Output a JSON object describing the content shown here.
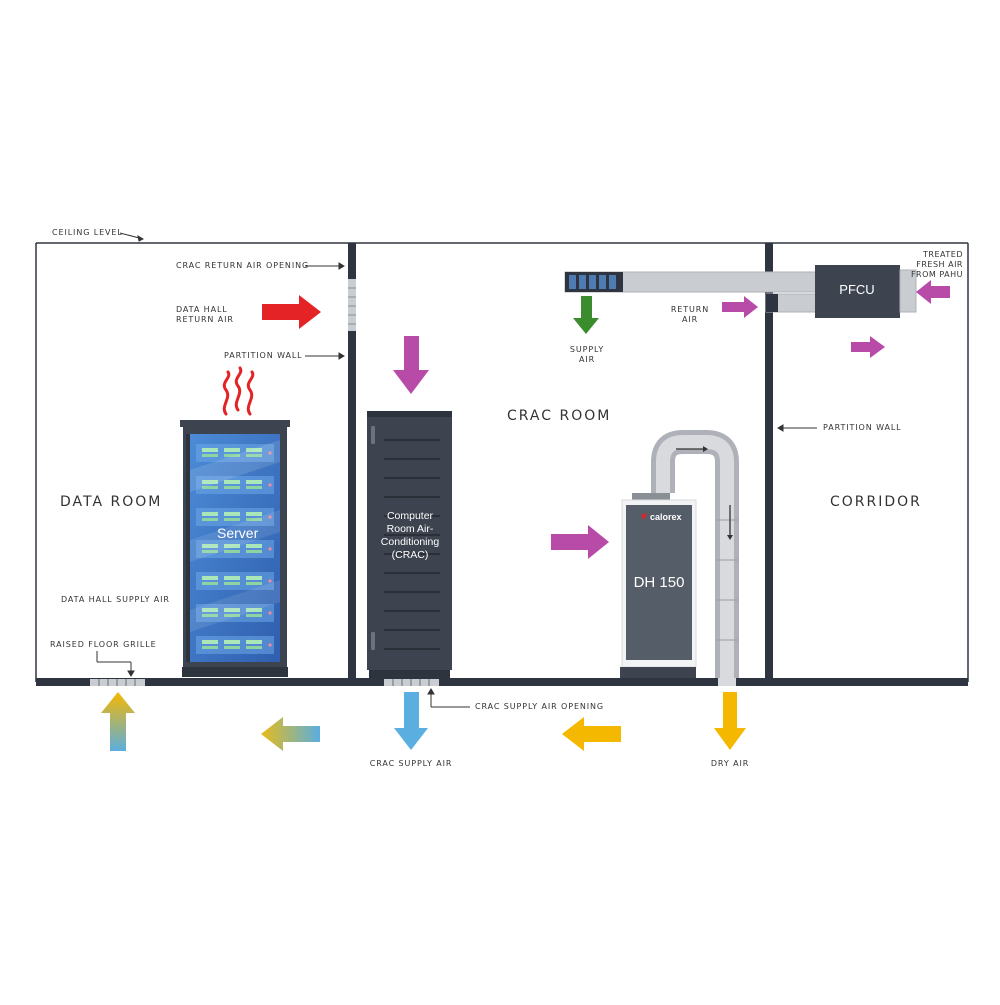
{
  "rooms": {
    "data_room": "DATA ROOM",
    "crac_room": "CRAC ROOM",
    "corridor": "CORRIDOR"
  },
  "labels": {
    "ceiling_level": "CEILING LEVEL",
    "crac_return_air_opening": "CRAC RETURN AIR OPENING",
    "data_hall_return_air": [
      "DATA HALL",
      "RETURN AIR"
    ],
    "partition_wall_left": "PARTITION WALL",
    "partition_wall_right": "PARTITION WALL",
    "data_hall_supply_air": "DATA HALL SUPPLY AIR",
    "raised_floor_grille": "RAISED FLOOR GRILLE",
    "crac_supply_air_opening": "CRAC SUPPLY AIR OPENING",
    "crac_supply_air": "CRAC SUPPLY AIR",
    "dry_air": "DRY AIR",
    "supply_air": [
      "SUPPLY",
      "AIR"
    ],
    "return_air": [
      "RETURN",
      "AIR"
    ],
    "treated_fresh_air": [
      "TREATED",
      "FRESH AIR",
      "FROM PAHU"
    ]
  },
  "equipment": {
    "server": "Server",
    "crac": [
      "Computer",
      "Room Air-",
      "Conditioning",
      "(CRAC)"
    ],
    "dehumidifier_brand": "calorex",
    "dehumidifier_model": "DH 150",
    "pfcu": "PFCU"
  },
  "colors": {
    "hot_return_arrow": "#e42326",
    "magenta_arrow": "#b84aa8",
    "green_arrow": "#3a8c2c",
    "blue_arrow": "#5aaee0",
    "yellow_arrow": "#f5b800",
    "wall": "#2f3540",
    "cabinet": "#3d4450",
    "server_blue": "#3f78c8",
    "duct": "#c9ccd0"
  }
}
